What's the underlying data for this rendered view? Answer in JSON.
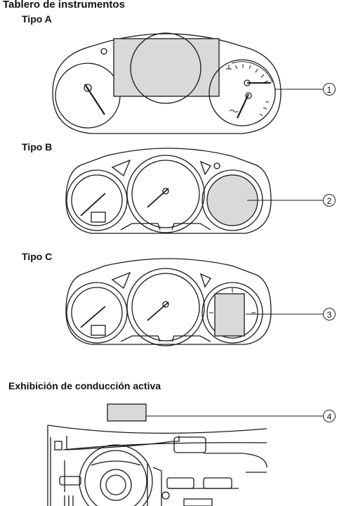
{
  "page_title": "Tablero de instrumentos",
  "types": [
    {
      "label": "Tipo A"
    },
    {
      "label": "Tipo B"
    },
    {
      "label": "Tipo C"
    }
  ],
  "callouts": [
    "1",
    "2",
    "3",
    "4"
  ],
  "section2_title": "Exhibición de conducción activa",
  "colors": {
    "display_fill": "#d9d9d9",
    "line": "#1a1a1a",
    "background": "#ffffff"
  }
}
